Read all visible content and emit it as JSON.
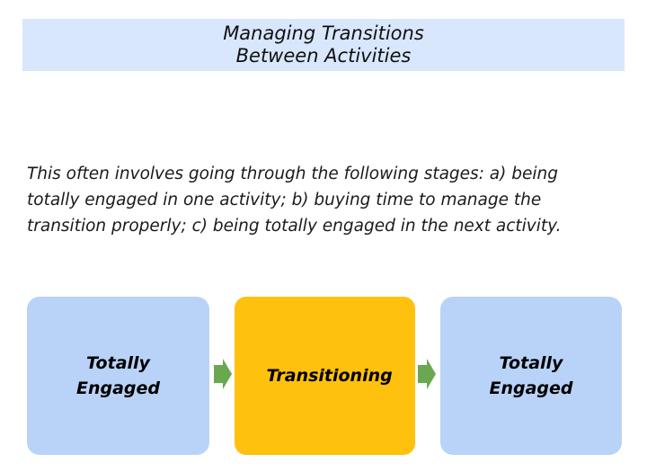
{
  "title": {
    "line1": "Managing Transitions",
    "line2": "Between Activities"
  },
  "intro": {
    "lines": [
      "This often involves going through the following stages: a) being",
      "totally engaged in one activity; b) buying time to manage the",
      "transition properly; c) being totally engaged in the next activity."
    ]
  },
  "flow": {
    "boxes": [
      {
        "label": "Totally Engaged",
        "color": "#B9D3F8"
      },
      {
        "label": "Transitioning",
        "color": "#FEC10D"
      },
      {
        "label": "Totally Engaged",
        "color": "#B9D3F8"
      }
    ]
  },
  "colors": {
    "title_bg": "#D8E7FC",
    "box_blue": "#B9D3F8",
    "box_yellow": "#FEC10D",
    "arrow_green": "#6AA84F",
    "text": "#111111"
  }
}
